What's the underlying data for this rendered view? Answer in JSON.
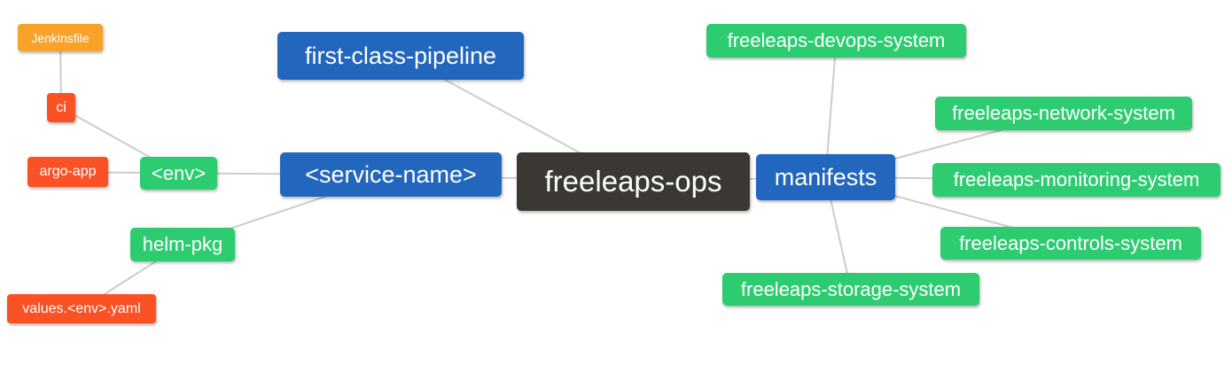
{
  "diagram": {
    "type": "mindmap",
    "background": "#ffffff",
    "edge_color": "#cccccc",
    "text_color": "#ffffff",
    "palette": {
      "orange": "#f8a22a",
      "red": "#fa5125",
      "green": "#2ecc71",
      "blue": "#2267bd",
      "dark": "#3b3834"
    },
    "nodes": [
      {
        "id": "jenkinsfile",
        "label": "Jenkinsfile",
        "color": "#f8a22a"
      },
      {
        "id": "ci",
        "label": "ci",
        "color": "#fa5125"
      },
      {
        "id": "argo-app",
        "label": "argo-app",
        "color": "#fa5125"
      },
      {
        "id": "env",
        "label": "<env>",
        "color": "#2ecc71"
      },
      {
        "id": "helm-pkg",
        "label": "helm-pkg",
        "color": "#2ecc71"
      },
      {
        "id": "values-env-yaml",
        "label": "values.<env>.yaml",
        "color": "#fa5125"
      },
      {
        "id": "first-class-pipeline",
        "label": "first-class-pipeline",
        "color": "#2267bd"
      },
      {
        "id": "service-name",
        "label": "<service-name>",
        "color": "#2267bd"
      },
      {
        "id": "freeleaps-ops",
        "label": "freeleaps-ops",
        "color": "#3b3834"
      },
      {
        "id": "manifests",
        "label": "manifests",
        "color": "#2267bd"
      },
      {
        "id": "freeleaps-devops-system",
        "label": "freeleaps-devops-system",
        "color": "#2ecc71"
      },
      {
        "id": "freeleaps-network-system",
        "label": "freeleaps-network-system",
        "color": "#2ecc71"
      },
      {
        "id": "freeleaps-monitoring-system",
        "label": "freeleaps-monitoring-system",
        "color": "#2ecc71"
      },
      {
        "id": "freeleaps-controls-system",
        "label": "freeleaps-controls-system",
        "color": "#2ecc71"
      },
      {
        "id": "freeleaps-storage-system",
        "label": "freeleaps-storage-system",
        "color": "#2ecc71"
      }
    ],
    "edges": [
      [
        "jenkinsfile",
        "ci"
      ],
      [
        "ci",
        "env"
      ],
      [
        "argo-app",
        "env"
      ],
      [
        "env",
        "service-name"
      ],
      [
        "helm-pkg",
        "service-name"
      ],
      [
        "values-env-yaml",
        "helm-pkg"
      ],
      [
        "first-class-pipeline",
        "freeleaps-ops"
      ],
      [
        "service-name",
        "freeleaps-ops"
      ],
      [
        "freeleaps-ops",
        "manifests"
      ],
      [
        "manifests",
        "freeleaps-devops-system"
      ],
      [
        "manifests",
        "freeleaps-network-system"
      ],
      [
        "manifests",
        "freeleaps-monitoring-system"
      ],
      [
        "manifests",
        "freeleaps-controls-system"
      ],
      [
        "manifests",
        "freeleaps-storage-system"
      ]
    ]
  }
}
